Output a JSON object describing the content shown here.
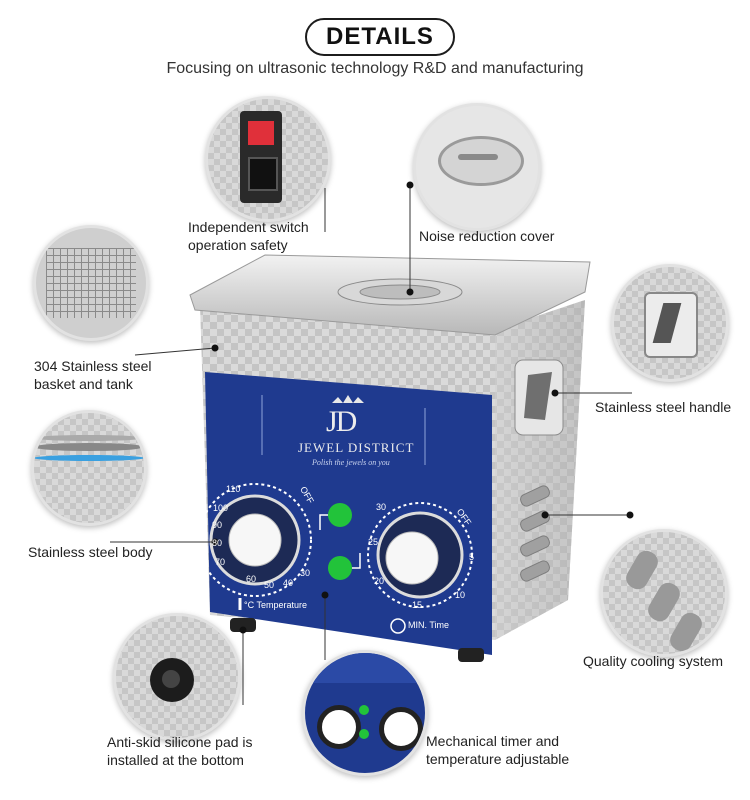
{
  "header": {
    "title": "DETAILS",
    "subtitle": "Focusing on ultrasonic technology R&D and manufacturing"
  },
  "features": {
    "switch": "Independent switch\noperation safety",
    "cover": "Noise reduction cover",
    "basket": "304 Stainless steel\nbasket and tank",
    "handle": "Stainless steel handle",
    "body": "Stainless steel body",
    "cooling": "Quality cooling system",
    "pad": "Anti-skid silicone pad is\ninstalled at the bottom",
    "timer": "Mechanical timer and\ntemperature adjustable"
  },
  "panel": {
    "brand_initials": "JD",
    "brand_name": "JEWEL DISTRICT",
    "brand_tagline": "Polish the jewels on you",
    "temp_label": "Temperature",
    "temp_unit": "°C",
    "time_label": "Time",
    "time_unit": "MIN.",
    "temp_scale": [
      "110",
      "100",
      "90",
      "80",
      "70",
      "60",
      "50",
      "40",
      "30",
      "OFF"
    ],
    "time_scale": [
      "30",
      "25",
      "20",
      "15",
      "10",
      "5",
      "OFF"
    ]
  },
  "colors": {
    "panel_blue": "#1f3a8f",
    "indicator_green": "#22c33a",
    "steel": "#c9c9c9"
  }
}
